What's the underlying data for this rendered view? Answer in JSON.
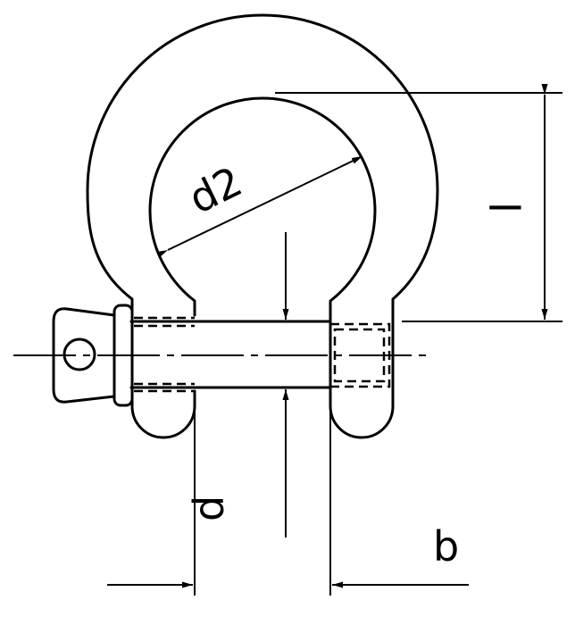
{
  "diagram": {
    "stroke_color": "#000000",
    "background": "#ffffff",
    "labels": {
      "d2": "d2",
      "l": "l",
      "d": "d",
      "b": "b"
    }
  }
}
